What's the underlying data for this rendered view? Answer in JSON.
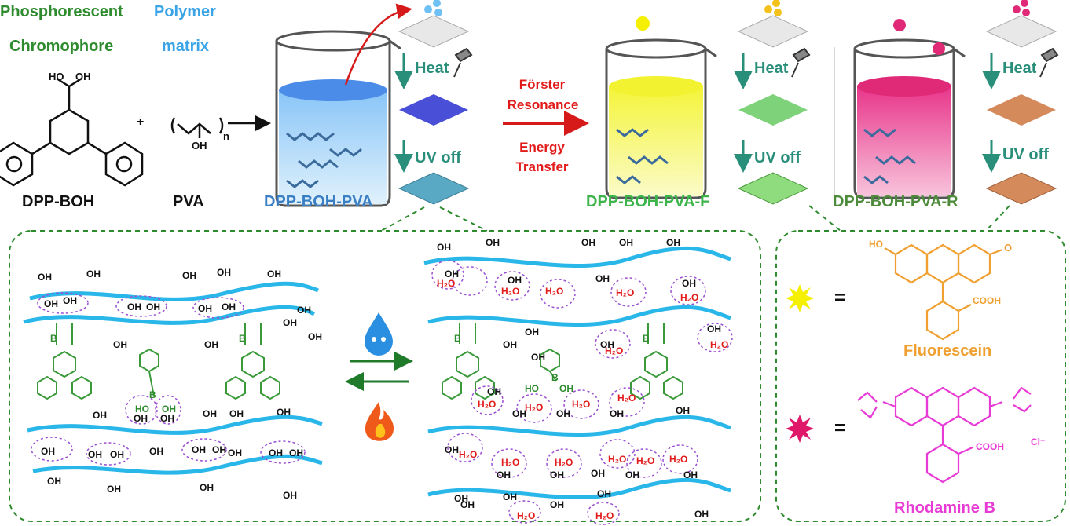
{
  "header": {
    "phosphorescent": "Phosphorescent",
    "chromophore": "Chromophore",
    "polymer": "Polymer",
    "matrix": "matrix"
  },
  "molecules": {
    "dpp_boh": "DPP-BOH",
    "pva": "PVA",
    "ho": "HO",
    "oh": "OH",
    "n": "n",
    "plus": "+"
  },
  "products": {
    "dpp_boh_pva": "DPP-BOH-PVA",
    "dpp_boh_pva_f": "DPP-BOH-PVA-F",
    "dpp_boh_pva_r": "DPP-BOH-PVA-R"
  },
  "steps": {
    "heat": "Heat",
    "uv_off": "UV off"
  },
  "fret": {
    "line1": "Förster",
    "line2": "Resonance",
    "line3": "Energy",
    "line4": "Transfer"
  },
  "legend": {
    "equals": "=",
    "fluorescein": "Fluorescein",
    "rhodamine": "Rhodamine B",
    "cooh": "COOH",
    "cl": "Cl⁻",
    "o": "O"
  },
  "network": {
    "oh": "OH",
    "h2o": "H₂O",
    "b": "B",
    "ho": "HO"
  },
  "colors": {
    "chain": "#29b6e8",
    "dashed_box": "#2e8b2e",
    "blue_film": "#4a4fd8",
    "green_film": "#7ed27a",
    "brown_film": "#d58a5c",
    "teal_film": "#5aa9c4",
    "fluorescein": "#f0a030",
    "rhodamine": "#e83bd6",
    "fret_arrow": "#e21b1b",
    "step_arrow": "#2a8f7a"
  }
}
